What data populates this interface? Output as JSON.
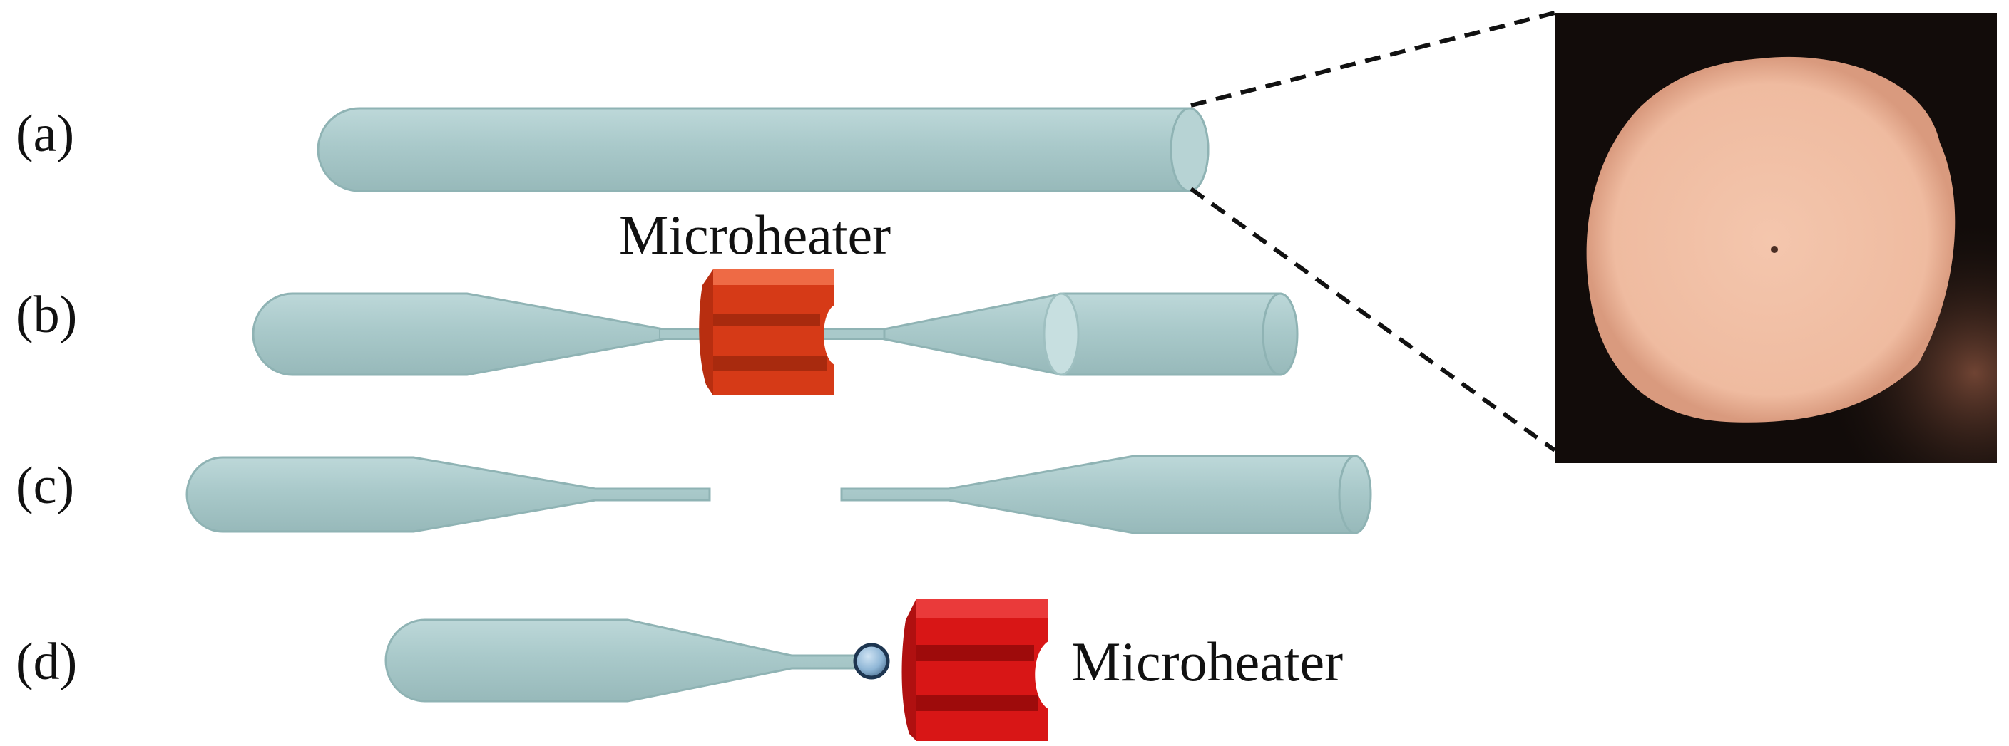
{
  "panels": {
    "a": {
      "label": "(a)"
    },
    "b": {
      "label": "(b)",
      "heater_label": "Microheater"
    },
    "c": {
      "label": "(c)"
    },
    "d": {
      "label": "(d)",
      "heater_label": "Microheater"
    }
  },
  "colors": {
    "fiber": "#a9c9ca",
    "fiber_edge": "#8fb3b4",
    "fiber_end": "#c7dfe0",
    "heater_main": "#d63a17",
    "heater_dark": "#a82a0e",
    "heater_light": "#ee6a45",
    "heater_d_main": "#d81616",
    "heater_d_dark": "#9e0b0b",
    "ball": "#8fb6d6",
    "ball_edge": "#1d3550",
    "photo_background": "#120c0a",
    "photo_core": "#f1bfa5",
    "leader_line": "#111111"
  },
  "inset": {
    "content": "micrograph of fiber end face"
  }
}
